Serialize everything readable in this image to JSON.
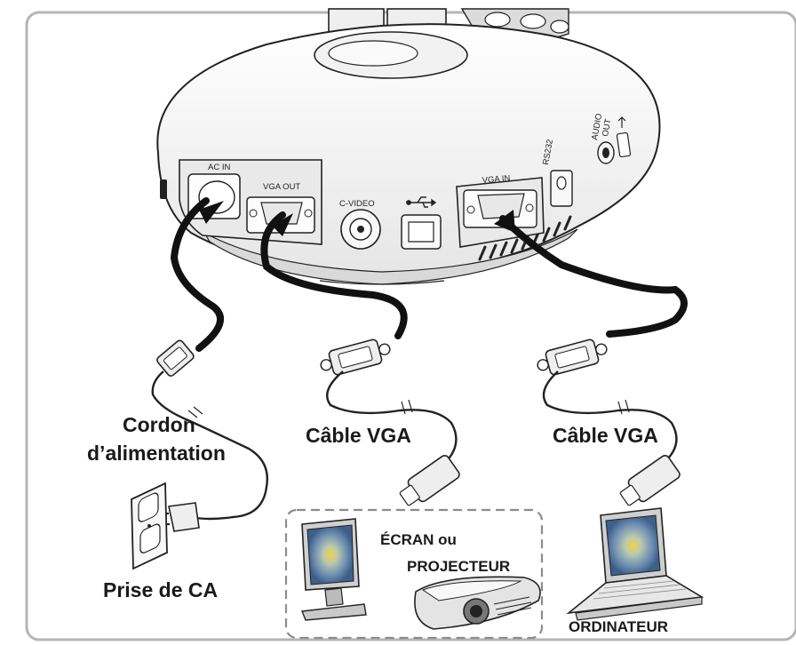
{
  "device": {
    "ports": {
      "ac_in": "AC IN",
      "vga_out": "VGA OUT",
      "c_video": "C-VIDEO",
      "vga_in": "VGA IN",
      "rs232": "RS232",
      "audio_out_line1": "AUDIO",
      "audio_out_line2": "OUT"
    }
  },
  "labels": {
    "power_cord_line1": "Cordon",
    "power_cord_line2": "d’alimentation",
    "vga_cable_left": "Câble VGA",
    "vga_cable_right": "Câble VGA",
    "ac_outlet": "Prise de CA",
    "screen_line1": "ÉCRAN ou",
    "screen_line2": "PROJECTEUR",
    "computer": "ORDINATEUR"
  },
  "colors": {
    "frame": "#b5b5b5",
    "cable": "#111111",
    "device_fill": "#f4f4f4",
    "dashed_box": "#8c8c8c"
  }
}
